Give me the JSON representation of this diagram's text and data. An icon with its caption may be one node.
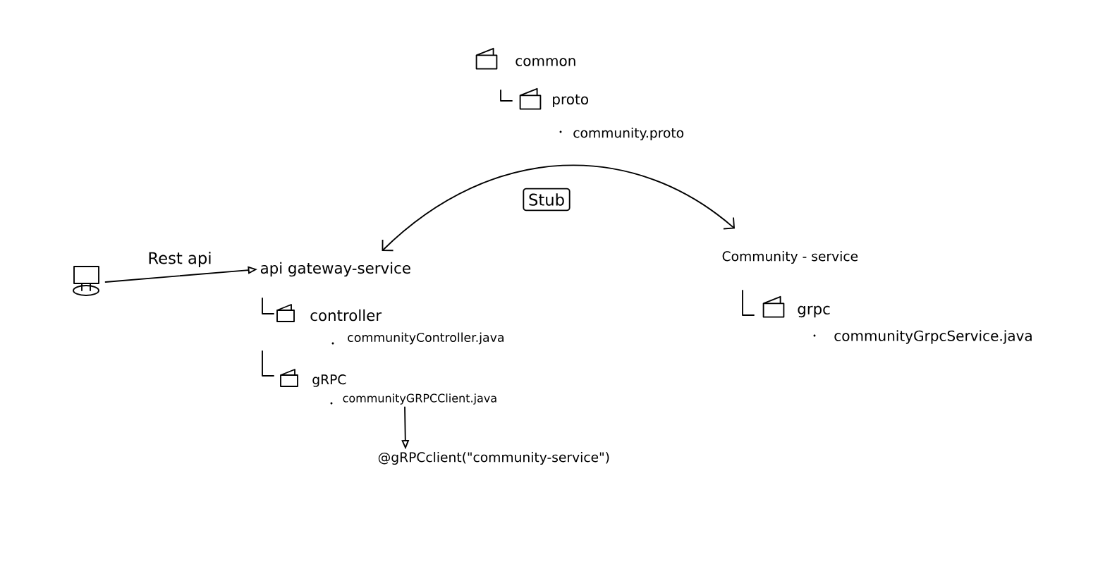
{
  "diagram": {
    "nodes": [
      {
        "text": [],
        "shape": "monitor"
      },
      {
        "text": [
          "api gateway-service"
        ]
      },
      {
        "text": [
          "Community - service"
        ]
      },
      {
        "text": [
          "communityGRPCClient.java"
        ]
      },
      {
        "text": [
          "@gRPCclient(\"community-service\")"
        ]
      }
    ],
    "edges": [
      {
        "from": 0,
        "to": 1,
        "arrow": "to",
        "label": "Rest api"
      },
      {
        "from": 1,
        "to": 2,
        "arrow": "both",
        "label": "Stub"
      },
      {
        "from": 3,
        "to": 4,
        "arrow": "to"
      }
    ],
    "labels": [
      "common",
      "proto",
      "community.proto",
      "controller",
      "communityController.java",
      "gRPC",
      "grpc",
      "communityGrpcService.java"
    ]
  }
}
